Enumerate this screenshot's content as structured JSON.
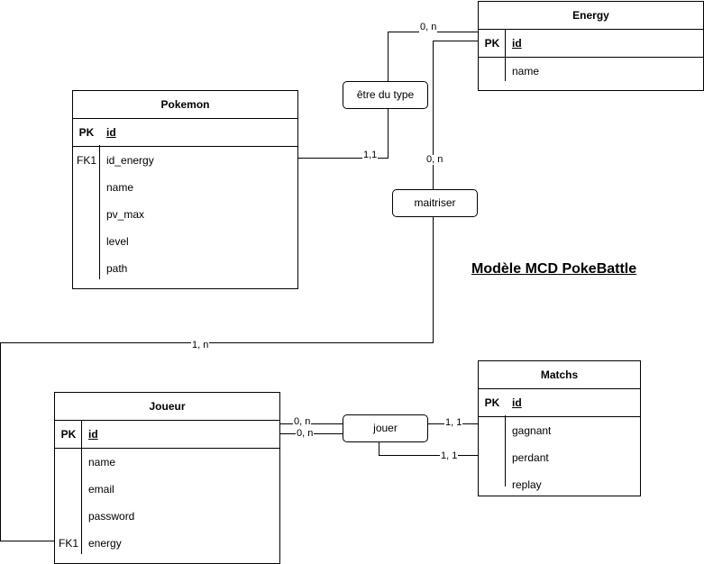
{
  "diagram_title": "Modèle MCD PokeBattle",
  "entities": {
    "energy": {
      "title": "Energy",
      "pk": {
        "key": "PK",
        "name": "id"
      },
      "fields": [
        {
          "key": "",
          "name": "name"
        }
      ]
    },
    "pokemon": {
      "title": "Pokemon",
      "pk": {
        "key": "PK",
        "name": "id"
      },
      "fields": [
        {
          "key": "FK1",
          "name": "id_energy"
        },
        {
          "key": "",
          "name": "name"
        },
        {
          "key": "",
          "name": "pv_max"
        },
        {
          "key": "",
          "name": "level"
        },
        {
          "key": "",
          "name": "path"
        }
      ]
    },
    "joueur": {
      "title": "Joueur",
      "pk": {
        "key": "PK",
        "name": "id"
      },
      "fields": [
        {
          "key": "",
          "name": "name"
        },
        {
          "key": "",
          "name": "email"
        },
        {
          "key": "",
          "name": "password"
        },
        {
          "key": "FK1",
          "name": "energy"
        }
      ]
    },
    "matchs": {
      "title": "Matchs",
      "pk": {
        "key": "PK",
        "name": "id"
      },
      "fields": [
        {
          "key": "",
          "name": "gagnant"
        },
        {
          "key": "",
          "name": "perdant"
        },
        {
          "key": "",
          "name": "replay"
        }
      ]
    }
  },
  "associations": {
    "etre_du_type": "être du type",
    "maitriser": "maitriser",
    "jouer": "jouer"
  },
  "cardinalities": {
    "energy_type": "0, n",
    "pokemon_type": "1,1",
    "energy_maitriser": "0, n",
    "joueur_maitriser": "1, n",
    "joueur_jouer_1": "0, n",
    "joueur_jouer_2": "0, n",
    "matchs_gagnant": "1, 1",
    "matchs_perdant": "1, 1"
  }
}
